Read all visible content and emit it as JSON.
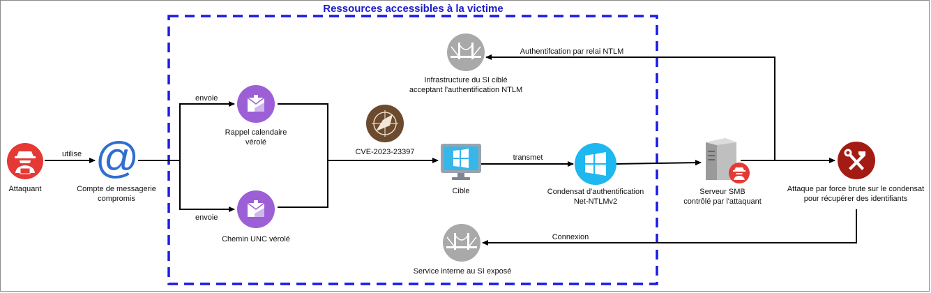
{
  "title": "Ressources accessibles à la victime",
  "nodes": {
    "attacker": "Attaquant",
    "mailbox": [
      "Compte de messagerie",
      "compromis"
    ],
    "calendar": [
      "Rappel calendaire",
      "vérolé"
    ],
    "unc": "Chemin UNC vérolé",
    "cve": "CVE-2023-23397",
    "target": "Cible",
    "hash": [
      "Condensat d'authentification",
      "Net-NTLMv2"
    ],
    "infra": [
      "Infrastructure du SI ciblé",
      "acceptant l'authentification NTLM"
    ],
    "service": "Service interne au SI exposé",
    "smb": [
      "Serveur SMB",
      "contrôlé par l'attaquant"
    ],
    "bruteforce": [
      "Attaque par force brute sur le condensat",
      "pour récupérer des identifiants"
    ]
  },
  "edges": {
    "uses": "utilise",
    "sends_top": "envoie",
    "sends_bottom": "envoie",
    "transmits": "transmet",
    "relay": "Authentifcation par relai NTLM",
    "connection": "Connexion"
  },
  "colors": {
    "attacker_red": "#e53935",
    "mail_blue": "#2e6fd1",
    "envelope_purple": "#9c5fd6",
    "cve_brown": "#6b4a2e",
    "windows_blue": "#1fb7f0",
    "bridge_gray": "#a9a9a9",
    "tools_darkred": "#a31b12",
    "boundary_blue": "#1a1ae6"
  }
}
